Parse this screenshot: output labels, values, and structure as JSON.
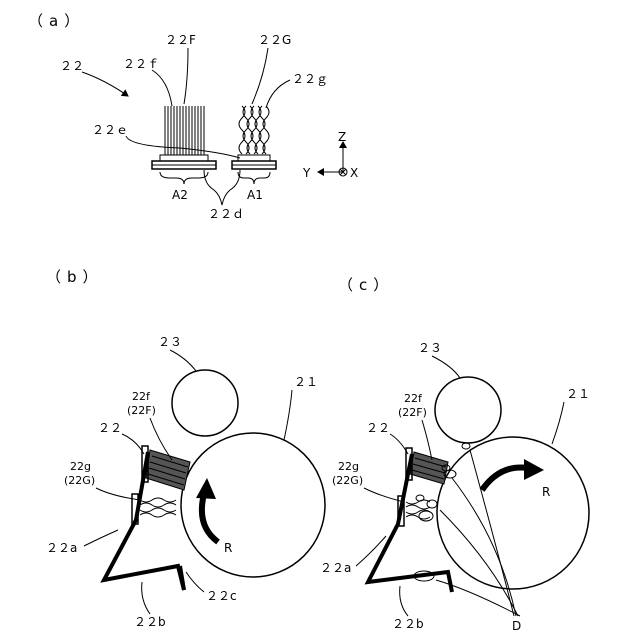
{
  "figure": {
    "panel_a": {
      "panel_label": "（a）",
      "labels": {
        "brush_unit": "２２",
        "fiber_straight": "２２F",
        "fiber_straight_lower": "２２ｆ",
        "fiber_crimped": "２２G",
        "fiber_crimped_lower": "２２ｇ",
        "base_cloth": "２２ｅ",
        "backing": "２２ｄ",
        "region_a2": "A2",
        "region_a1": "A1"
      },
      "axes": {
        "z": "Z",
        "y": "Y",
        "x": "X"
      }
    },
    "panel_b": {
      "panel_label": "（b）",
      "labels": {
        "roller_upper": "２３",
        "roller_main": "２１",
        "fiber_f": "22f",
        "fiber_f_paren": "(22F)",
        "brush": "２２",
        "fiber_g": "22g",
        "fiber_g_paren": "(22G)",
        "holder_a": "２２a",
        "holder_b": "２２b",
        "holder_c": "２２c",
        "rotation": "R"
      }
    },
    "panel_c": {
      "panel_label": "（c）",
      "labels": {
        "roller_upper": "２３",
        "roller_main": "２１",
        "fiber_f": "22f",
        "fiber_f_paren": "(22F)",
        "brush": "２２",
        "fiber_g": "22g",
        "fiber_g_paren": "(22G)",
        "holder_a": "２２a",
        "holder_b": "２２b",
        "rotation": "R",
        "dust": "D"
      }
    }
  }
}
